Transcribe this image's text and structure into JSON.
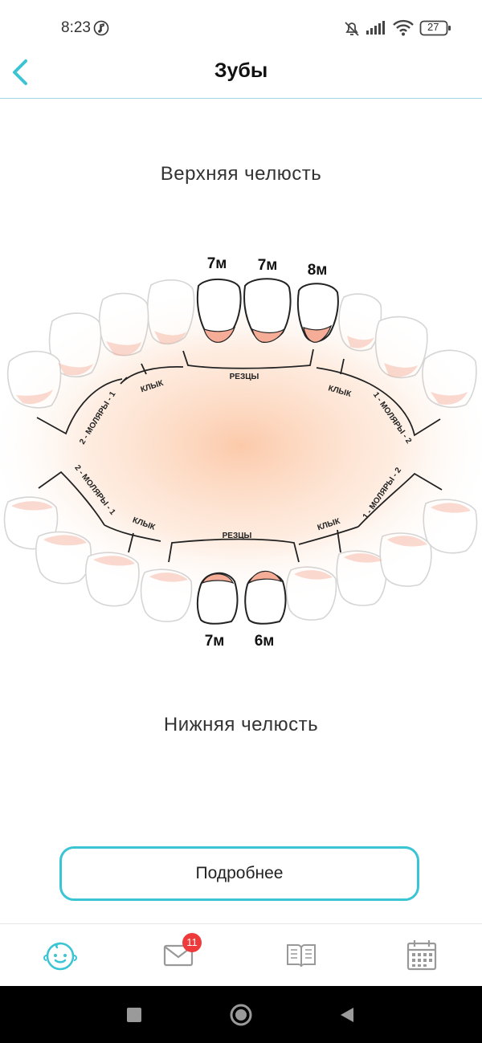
{
  "status_bar": {
    "time": "8:23",
    "battery": "27"
  },
  "header": {
    "title": "Зубы"
  },
  "upper_jaw": {
    "label": "Верхняя челюсть",
    "ages": [
      "7м",
      "7м",
      "8м"
    ],
    "groups": {
      "incisors": "РЕЗЦЫ",
      "canine_left": "КЛЫК",
      "canine_right": "КЛЫК",
      "molars_left": "2 - МОЛЯРЫ - 1",
      "molars_right": "1 - МОЛЯРЫ - 2"
    }
  },
  "lower_jaw": {
    "label": "Нижняя челюсть",
    "ages": [
      "7м",
      "6м"
    ],
    "groups": {
      "incisors": "РЕЗЦЫ",
      "canine_left": "КЛЫК",
      "canine_right": "КЛЫК",
      "molars_left": "2 - МОЛЯРЫ - 1",
      "molars_right": "1 - МОЛЯРЫ - 2"
    }
  },
  "more_button": {
    "label": "Подробнее"
  },
  "tabs": {
    "messages_badge": "11"
  },
  "colors": {
    "accent": "#3bc4d3",
    "gum": "#f5ad98",
    "badge": "#ee3a3a"
  }
}
